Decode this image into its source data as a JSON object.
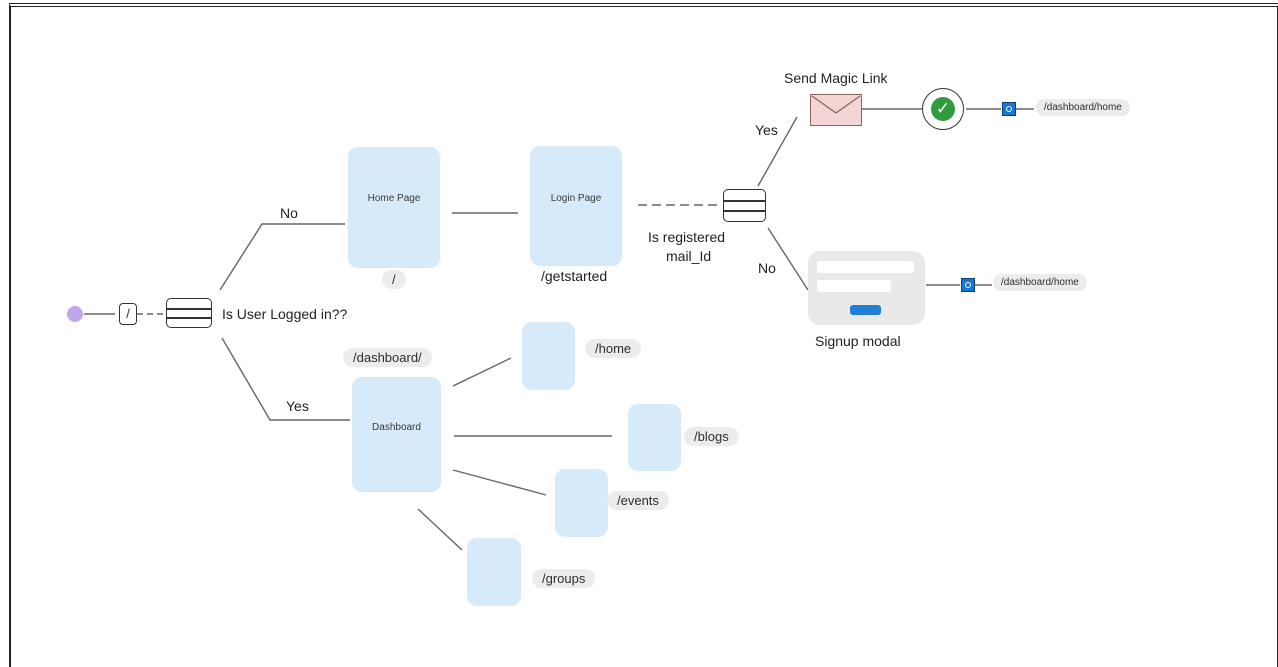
{
  "start": {
    "route": "/"
  },
  "decision_logged_in": {
    "question": "Is User Logged in??"
  },
  "branches": {
    "no": "No",
    "yes": "Yes"
  },
  "home_page": {
    "label": "Home Page",
    "route": "/"
  },
  "login_page": {
    "label": "Login Page",
    "route": "/getstarted"
  },
  "decision_registered": {
    "question_line1": "Is registered",
    "question_line2": "mail_Id",
    "yes": "Yes",
    "no": "No"
  },
  "magic_link": {
    "label": "Send Magic Link",
    "route": "/dashboard/home"
  },
  "signup": {
    "label": "Signup modal",
    "route": "/dashboard/home"
  },
  "dashboard": {
    "label": "Dashboard",
    "route": "/dashboard/",
    "children": [
      {
        "route": "/home"
      },
      {
        "route": "/blogs"
      },
      {
        "route": "/events"
      },
      {
        "route": "/groups"
      }
    ]
  },
  "icons": {
    "start": "start-dot-icon",
    "decision": "decision-table-icon",
    "envelope": "envelope-icon",
    "check": "checkmark-icon",
    "route": "route-link-icon"
  },
  "colors": {
    "node_fill": "#d6eafa",
    "start_dot": "#c1a6ec",
    "envelope_fill": "#f3d5d5",
    "check_green": "#2f9d3f",
    "route_icon": "#1777d1",
    "signup_button": "#1f7fd6"
  }
}
